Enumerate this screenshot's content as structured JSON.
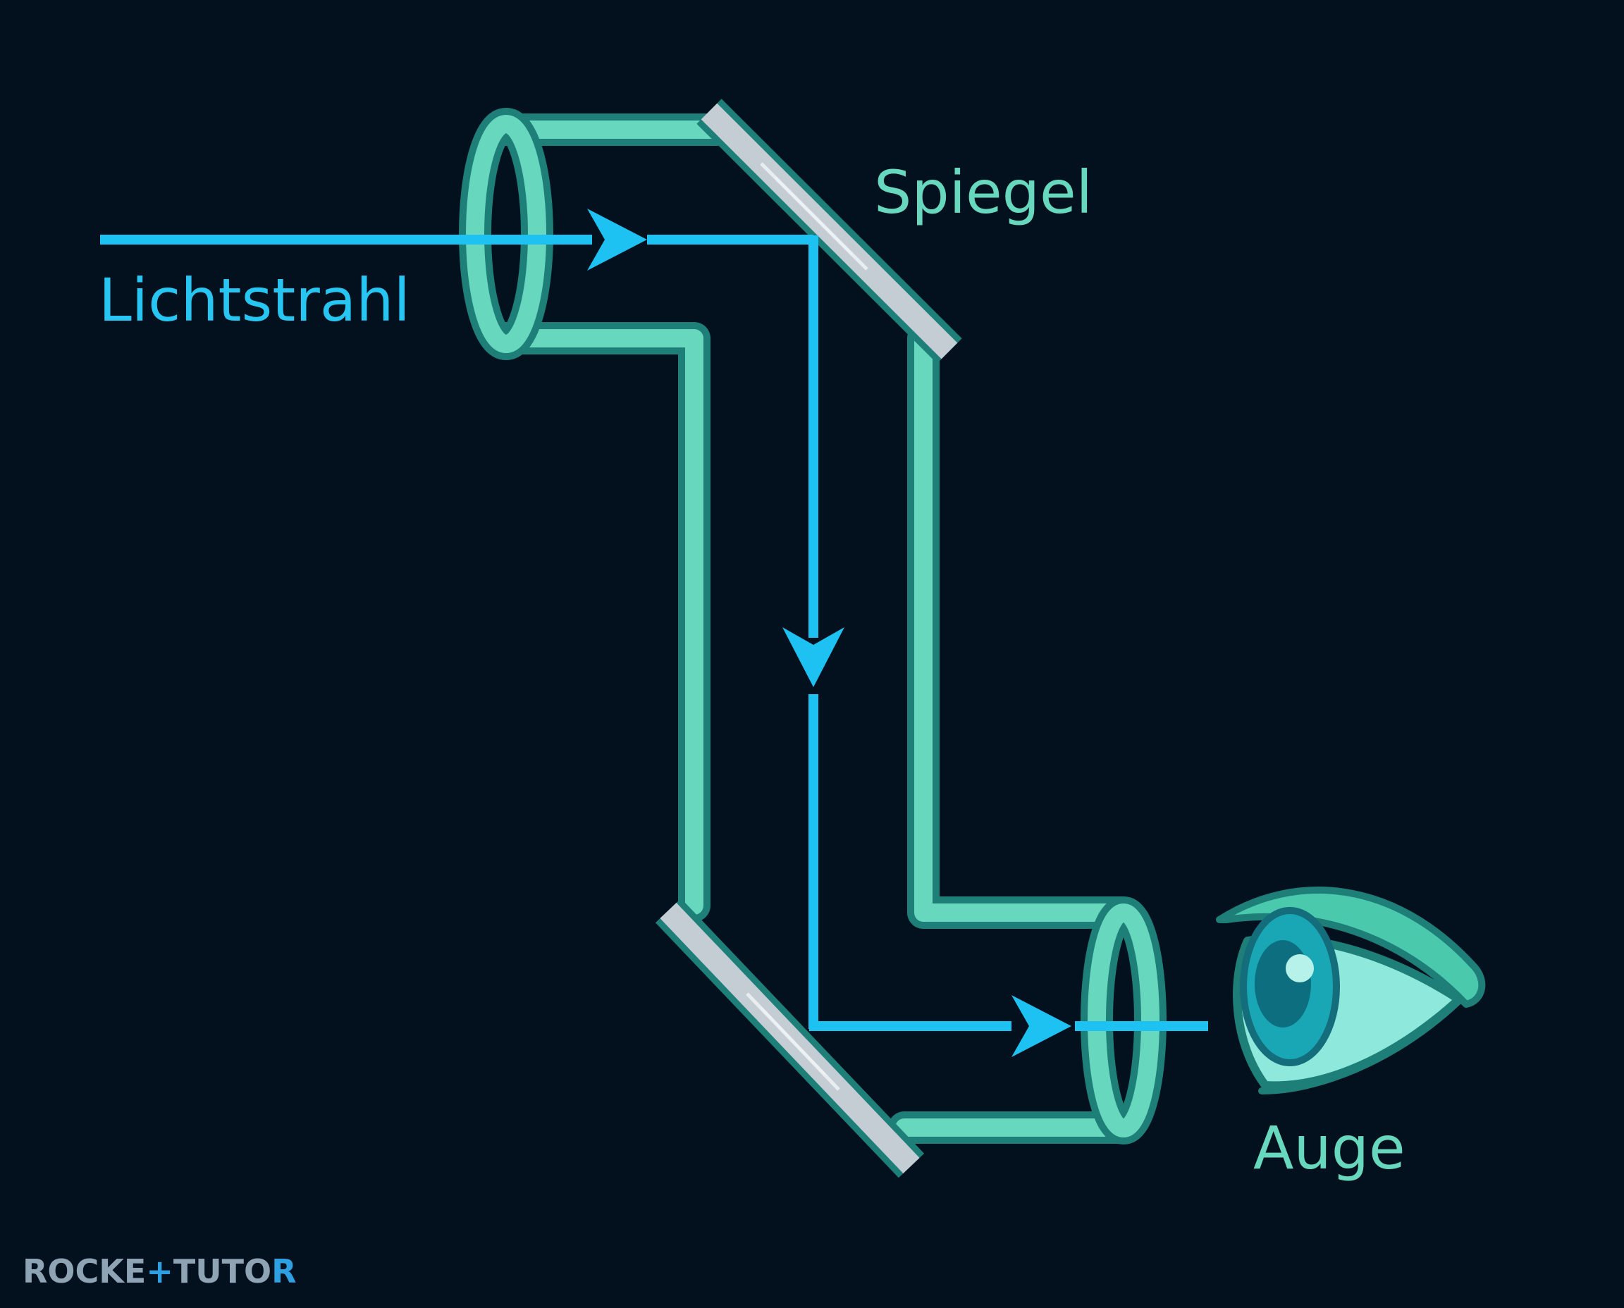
{
  "labels": {
    "ray": "Lichtstrahl",
    "mirror": "Spiegel",
    "eye": "Auge"
  },
  "brand": {
    "part1": "ROCKE",
    "plus": "+",
    "part2": "TUTO",
    "part3": "R"
  },
  "colors": {
    "background": "#03111f",
    "tube_fill": "#67d8be",
    "tube_stroke": "#1d7f78",
    "ray": "#1ec2f2",
    "mirror": "#c4ccd4",
    "eye_iris": "#1aa7b5"
  },
  "icons": [
    "eye-icon",
    "mirror-icon",
    "arrow-icon"
  ]
}
